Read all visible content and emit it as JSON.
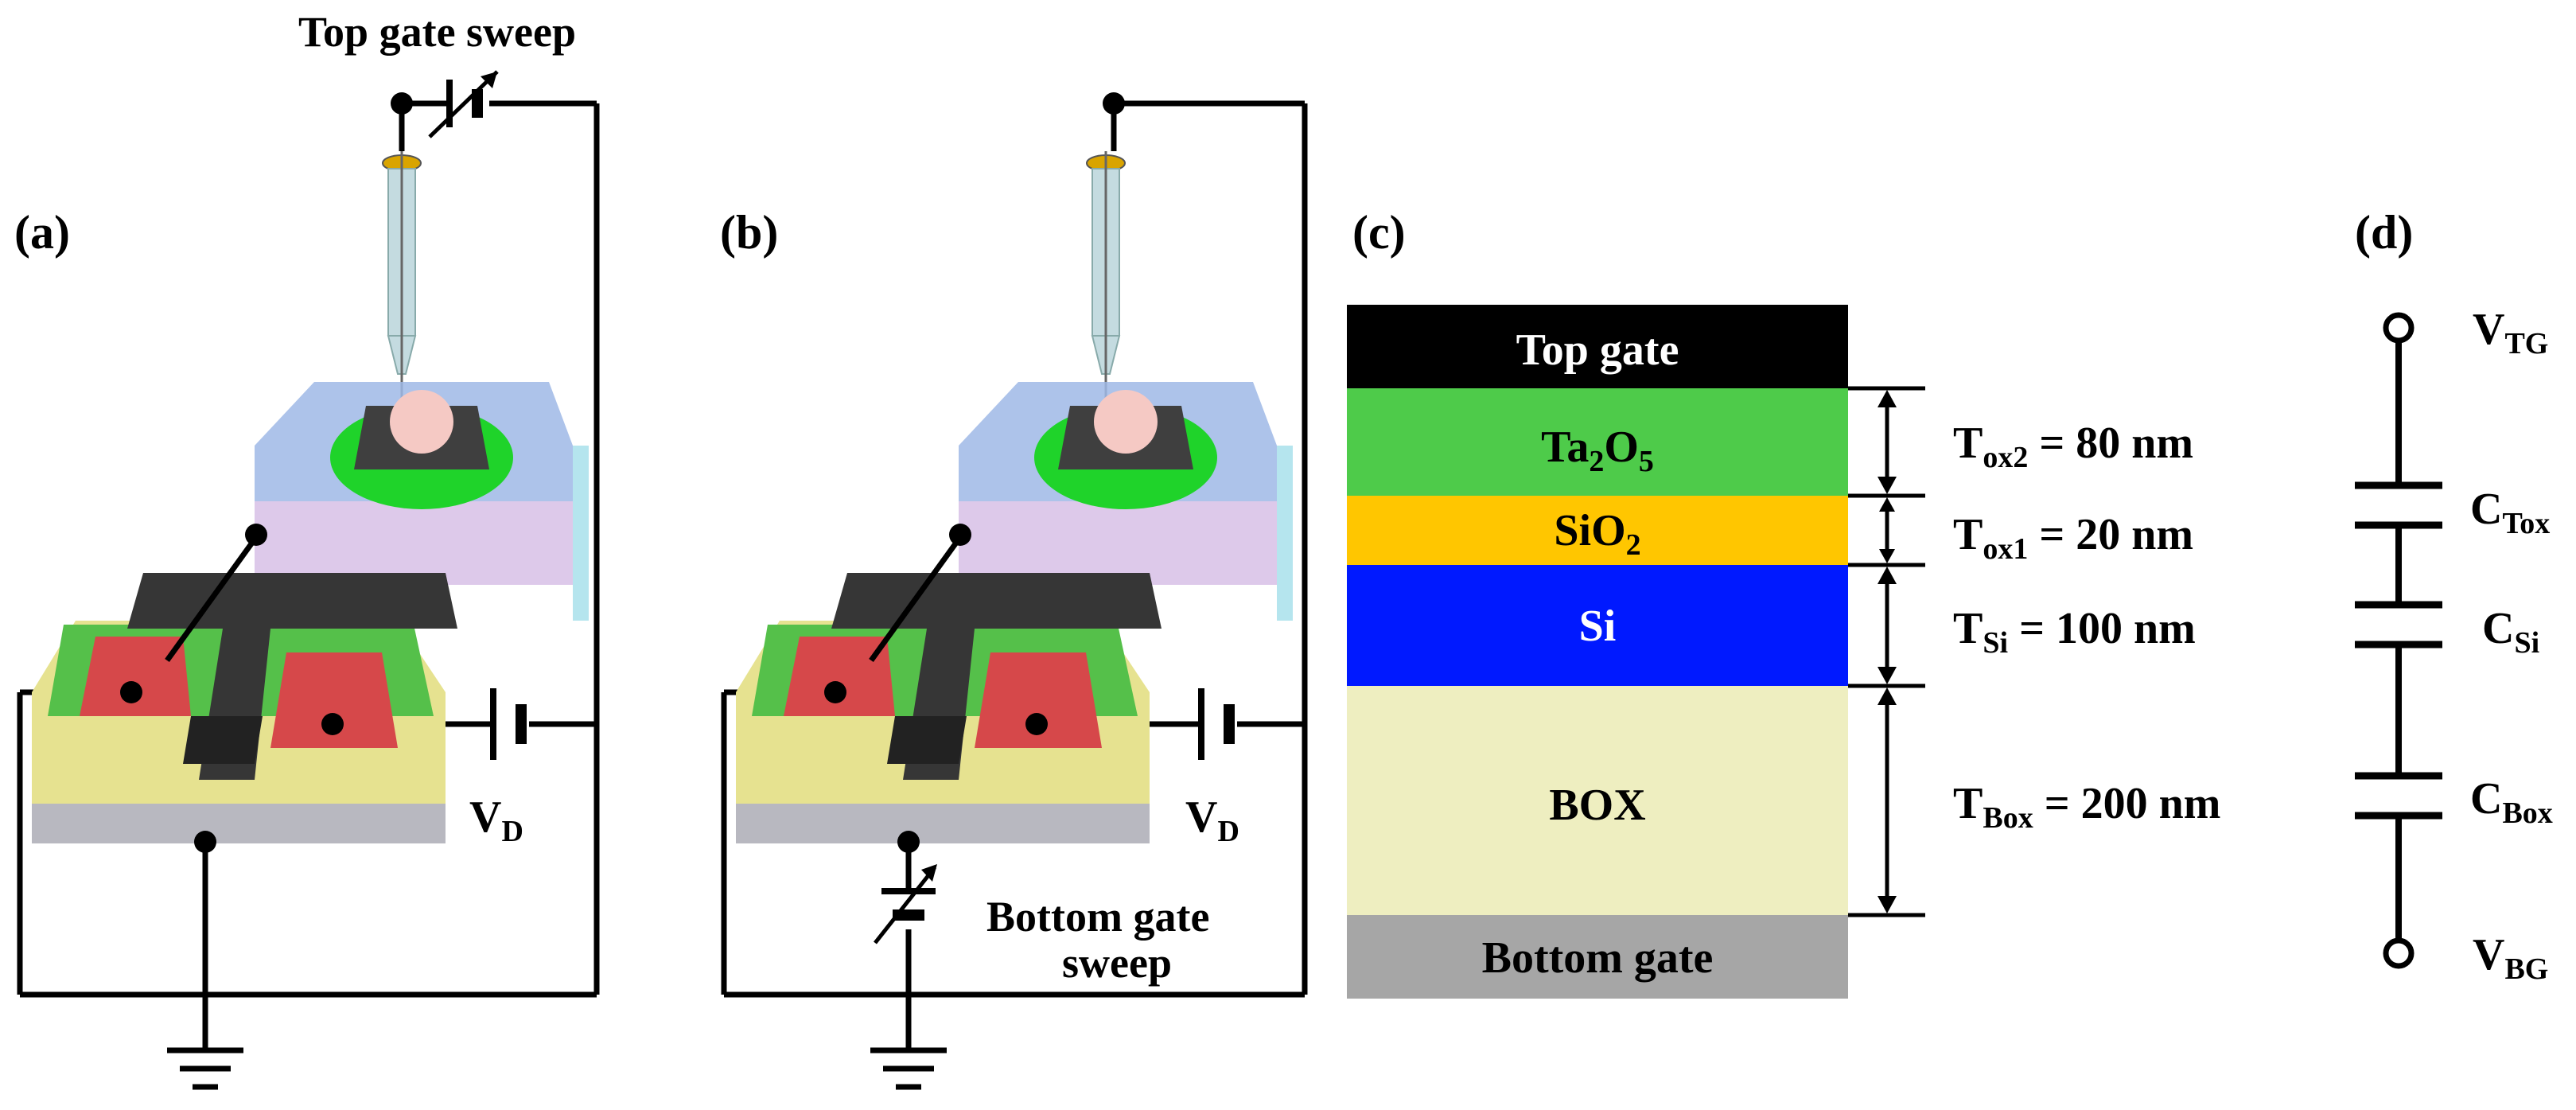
{
  "panels": {
    "a": "(a)",
    "b": "(b)",
    "c": "(c)",
    "d": "(d)"
  },
  "panel_a": {
    "sweep_label": "Top gate sweep",
    "vd_main": "V",
    "vd_sub": "D"
  },
  "panel_b": {
    "sweep_line1": "Bottom gate",
    "sweep_line2": "sweep",
    "vd_main": "V",
    "vd_sub": "D"
  },
  "stack": {
    "top_gate": "Top gate",
    "ta2o5_a": "Ta",
    "ta2o5_b": "2",
    "ta2o5_c": "O",
    "ta2o5_d": "5",
    "sio2_a": "SiO",
    "sio2_b": "2",
    "si": "Si",
    "box": "BOX",
    "bottom_gate": "Bottom gate",
    "tox2_main": "T",
    "tox2_sub": "ox2",
    "tox2_value": " = 80 nm",
    "tox1_main": "T",
    "tox1_sub": "ox1",
    "tox1_value": " = 20 nm",
    "tsi_main": "T",
    "tsi_sub": "Si",
    "tsi_value": " = 100 nm",
    "tbox_main": "T",
    "tbox_sub": "Box",
    "tbox_value": " = 200 nm",
    "colors": {
      "top_gate": "#000000",
      "ta2o5": "#4ecb4a",
      "sio2": "#ffc600",
      "si": "#0019ff",
      "box": "#eeeec0",
      "bottom_gate": "#a6a6a6"
    }
  },
  "circuit": {
    "vtg_main": "V",
    "vtg_sub": "TG",
    "ctox_main": "C",
    "ctox_sub": "Tox",
    "csi_main": "C",
    "csi_sub": "Si",
    "cbox_main": "C",
    "cbox_sub": "Box",
    "vbg_main": "V",
    "vbg_sub": "BG"
  }
}
